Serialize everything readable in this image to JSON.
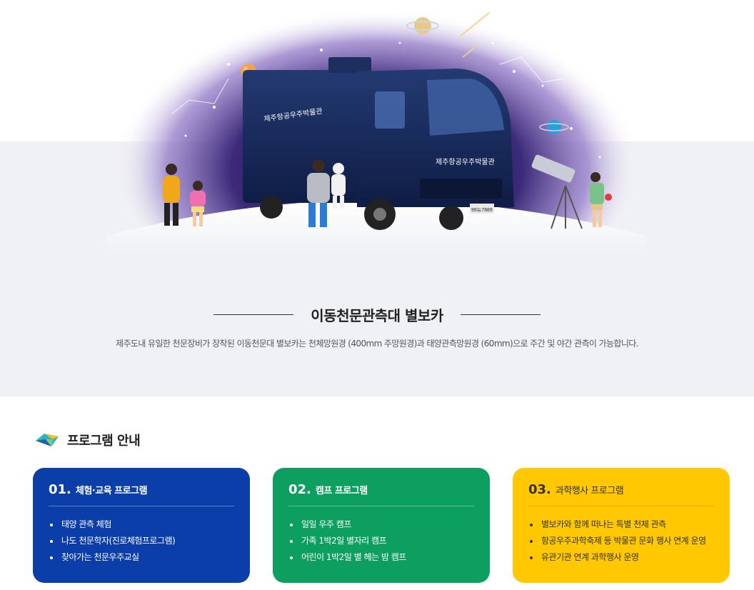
{
  "hero": {
    "truck_side_text": "제주항공우주박물관",
    "truck_front_text": "제주항공우주박물관",
    "plate": "99뉴7889"
  },
  "intro": {
    "title": "이동천문관측대 별보카",
    "description": "제주도내 유일한 천문장비가 장착된 이동천문대 별보카는 천체망원경 (400mm 주망원경)과 태양관측망원경 (60mm)으로 주간 및 야간 관측이 가능합니다."
  },
  "programs": {
    "heading": "프로그램 안내",
    "cards": [
      {
        "num": "01.",
        "title": "체험·교육 프로그램",
        "color": "#0b3ea8",
        "items": [
          "태양 관측 체험",
          "나도 천문학자(진로체험프로그램)",
          "찾아가는 천문우주교실"
        ]
      },
      {
        "num": "02.",
        "title": "캠프 프로그램",
        "color": "#0d9f5f",
        "items": [
          "일일 우주 캠프",
          "가족 1박2일 별자리 캠프",
          "어린이 1박2일 별 헤는 밤 캠프"
        ]
      },
      {
        "num": "03.",
        "title": "과학행사 프로그램",
        "color": "#ffc800",
        "items": [
          "별보카와 함께 떠나는 특별 천체 관측",
          "항공우주과학축제 등 박물관 문화 행사 연계 운영",
          "유관기관 연계 과학행사 운영"
        ]
      }
    ]
  }
}
